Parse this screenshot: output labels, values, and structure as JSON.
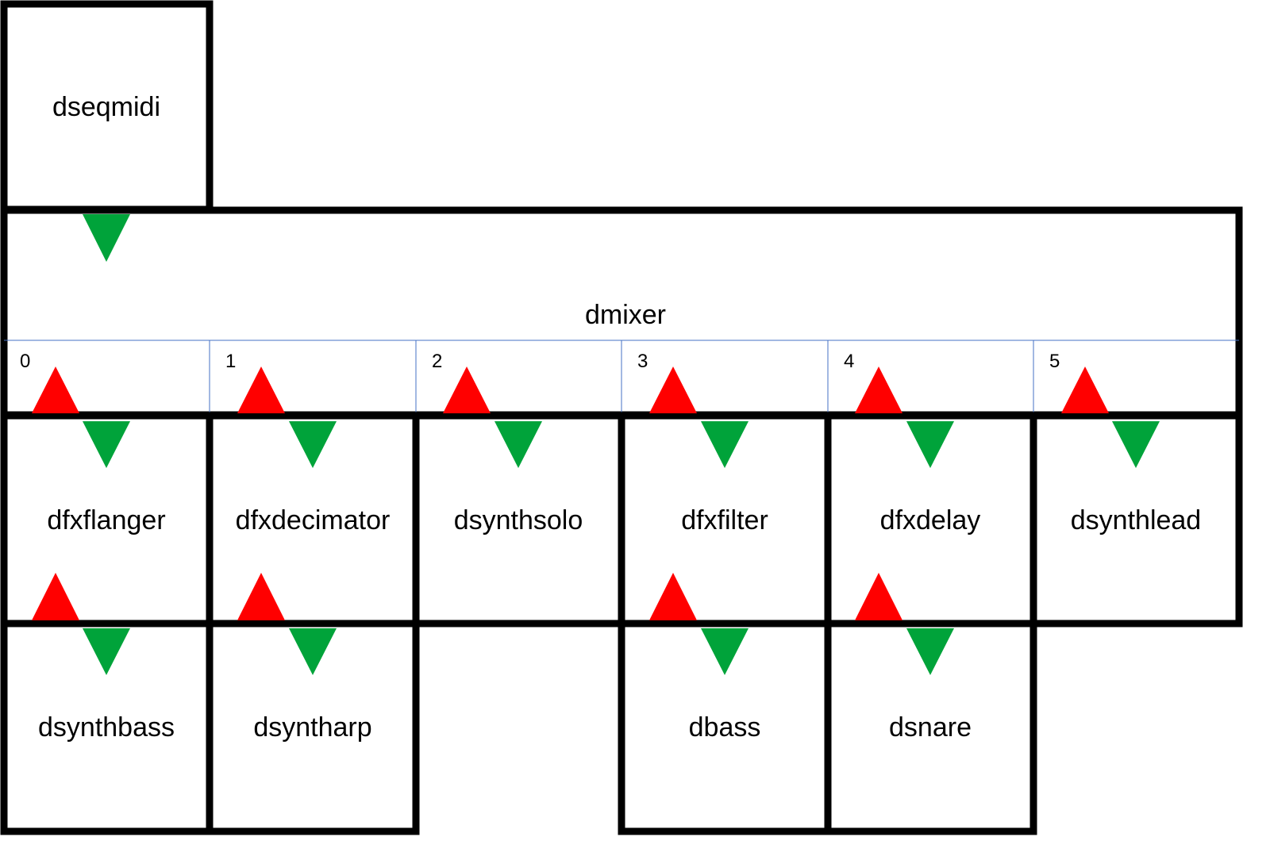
{
  "colors": {
    "stroke": "#000000",
    "divider": "#4472c4",
    "up_arrow": "#ff0000",
    "down_arrow": "#00a33a",
    "background": "#ffffff"
  },
  "modules": {
    "dseqmidi": "dseqmidi",
    "dmixer": "dmixer",
    "dfxflanger": "dfxflanger",
    "dfxdecimator": "dfxdecimator",
    "dsynthsolo": "dsynthsolo",
    "dfxfilter": "dfxfilter",
    "dfxdelay": "dfxdelay",
    "dsynthlead": "dsynthlead",
    "dsynthbass": "dsynthbass",
    "dsyntharp": "dsyntharp",
    "dbass": "dbass",
    "dsnare": "dsnare"
  },
  "mixer_channels": [
    "0",
    "1",
    "2",
    "3",
    "4",
    "5"
  ],
  "arrows": {
    "up": "red-up-triangle",
    "down": "green-down-triangle"
  }
}
